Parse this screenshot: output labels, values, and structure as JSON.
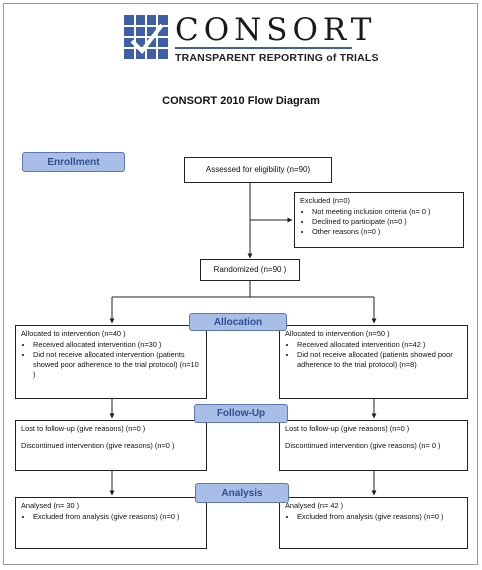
{
  "logo": {
    "title": "CONSORT",
    "subtitle": "TRANSPARENT REPORTING of TRIALS"
  },
  "diagram_title": "CONSORT 2010 Flow Diagram",
  "stages": {
    "enrollment": "Enrollment",
    "allocation": "Allocation",
    "follow_up": "Follow-Up",
    "analysis": "Analysis"
  },
  "assessed": "Assessed for eligibility (n=90)",
  "excluded": {
    "title": "Excluded  (n=0)",
    "items": [
      "Not meeting inclusion criteria  (n= 0 )",
      "Declined to participate  (n=0  )",
      "Other reasons  (n=0  )"
    ]
  },
  "randomized": "Randomized (n=90  )",
  "left": {
    "allocated": "Allocated to intervention (n=40 )",
    "received": "Received allocated intervention  (n=30  )",
    "not_received": "Did not receive allocated intervention (patients showed poor adherence to the trial protocol) (n=10 )",
    "lost": "Lost to follow-up (give reasons) (n=0  )",
    "discontinued": "Discontinued intervention (give reasons) (n=0  )",
    "analysed": "Analysed  (n= 30 )",
    "excluded_analysis": "Excluded from analysis (give reasons) (n=0  )"
  },
  "right": {
    "allocated": "Allocated to intervention (n=50  )",
    "received": "Received allocated intervention (n=42  )",
    "not_received": "Did not receive allocated (patients showed poor adherence to the trial protocol) (n=8)",
    "lost": "Lost to follow-up (give reasons) (n=0  )",
    "discontinued": "Discontinued intervention (give reasons) (n= 0 )",
    "analysed": "Analysed  (n= 42 )",
    "excluded_analysis": "Excluded from analysis (give reasons) (n=0  )"
  },
  "colors": {
    "stage_fill": "#a9bee6",
    "stage_text": "#2f4f93",
    "logo_blue": "#3f5ea8"
  }
}
